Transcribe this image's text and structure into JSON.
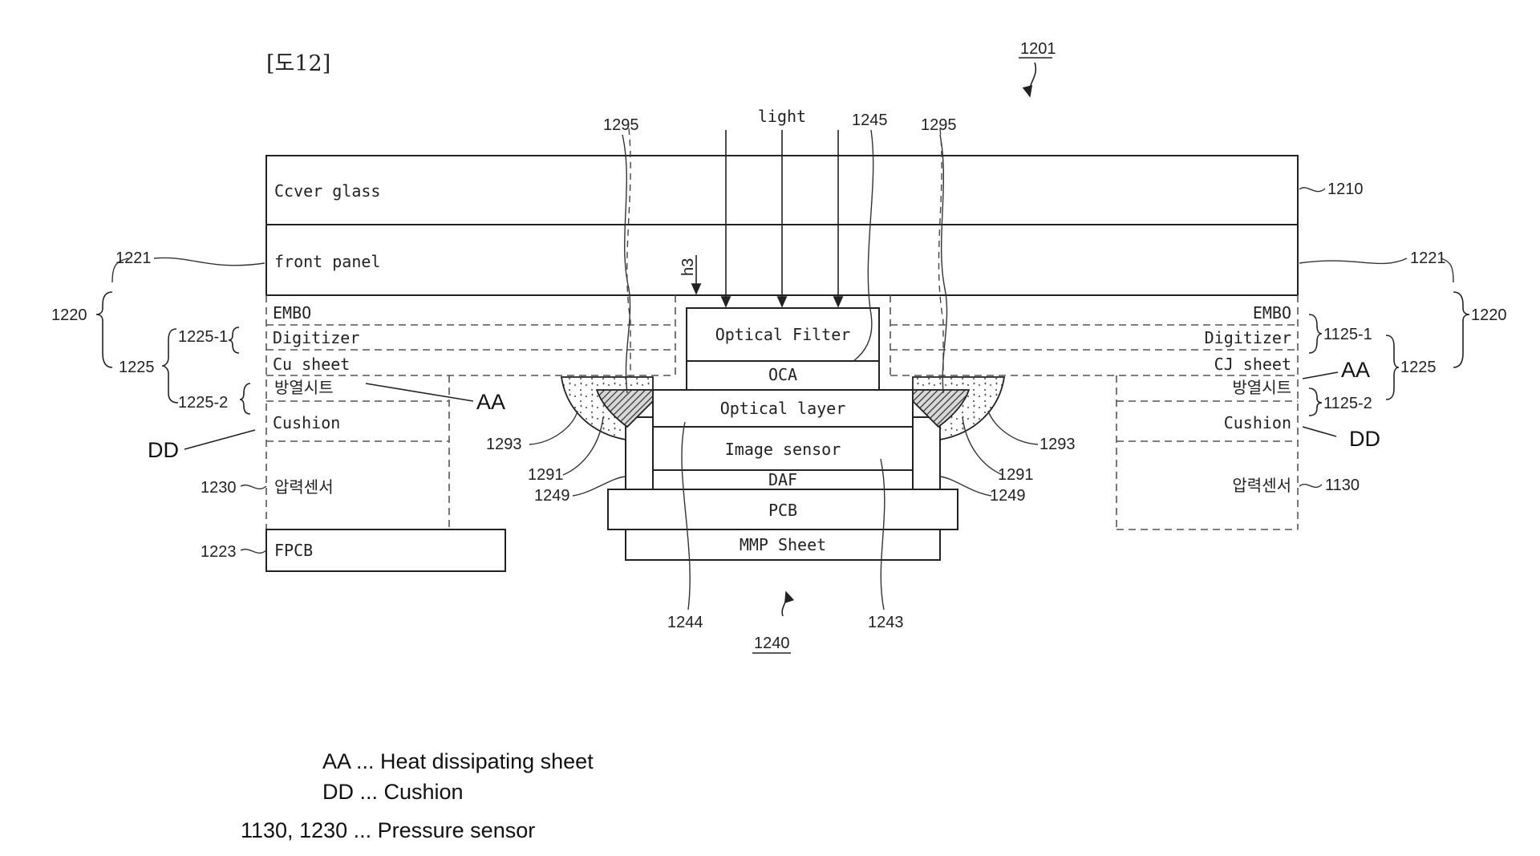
{
  "figure_label": "[도12]",
  "ref": {
    "r1201": "1201",
    "r1210": "1210",
    "r1221": "1221",
    "r1220": "1220",
    "r1225": "1225",
    "r1225_1": "1225-1",
    "r1225_2": "1225-2",
    "r1125_1": "1125-1",
    "r1125_2": "1125-2",
    "r1230": "1230",
    "r1130": "1130",
    "r1223": "1223",
    "r1295": "1295",
    "r1245": "1245",
    "r1293": "1293",
    "r1291": "1291",
    "r1249": "1249",
    "r1244": "1244",
    "r1243": "1243",
    "r1240": "1240",
    "h3": "h3"
  },
  "layers": {
    "cover_glass": "Ccver glass",
    "front_panel": "front panel",
    "embo_left": "EMBO",
    "embo_right": "EMBO",
    "digitizer_left": "Digitizer",
    "digitizer_right": "Digitizer",
    "cu_left": "Cu sheet",
    "cu_right": "CJ sheet",
    "heat_left": "방열시트",
    "heat_right": "방열시트",
    "cushion_left": "Cushion",
    "cushion_right": "Cushion",
    "pressure_left": "압력센서",
    "pressure_right": "압력센서",
    "fpcb": "FPCB",
    "optical_filter": "Optical Filter",
    "oca": "OCA",
    "optical_layer": "Optical layer",
    "image_sensor": "Image sensor",
    "daf": "DAF",
    "pcb": "PCB",
    "mmp": "MMP Sheet",
    "light": "light"
  },
  "callouts": {
    "aa_left": "AA",
    "aa_right": "AA",
    "dd_left": "DD",
    "dd_right": "DD"
  },
  "legend": [
    "AA ... Heat dissipating sheet",
    "DD ... Cushion",
    "1130, 1230 ... Pressure sensor"
  ]
}
